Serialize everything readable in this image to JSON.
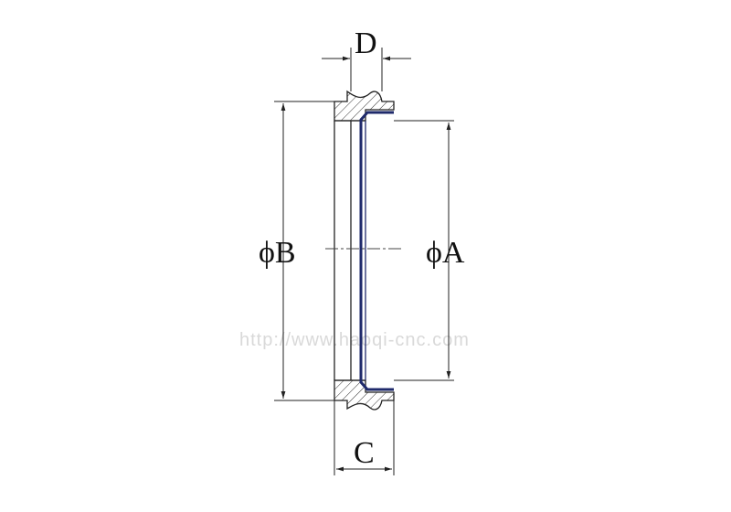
{
  "labels": {
    "top_dimension": "D",
    "bottom_dimension": "C",
    "outer_diameter": "ϕB",
    "inner_diameter": "ϕA"
  },
  "watermark": "http://www.haoqi-cnc.com",
  "colors": {
    "line": "#222222",
    "seal_line": "#1f2a6b",
    "watermark": "#d9d9d9",
    "background": "#ffffff"
  }
}
